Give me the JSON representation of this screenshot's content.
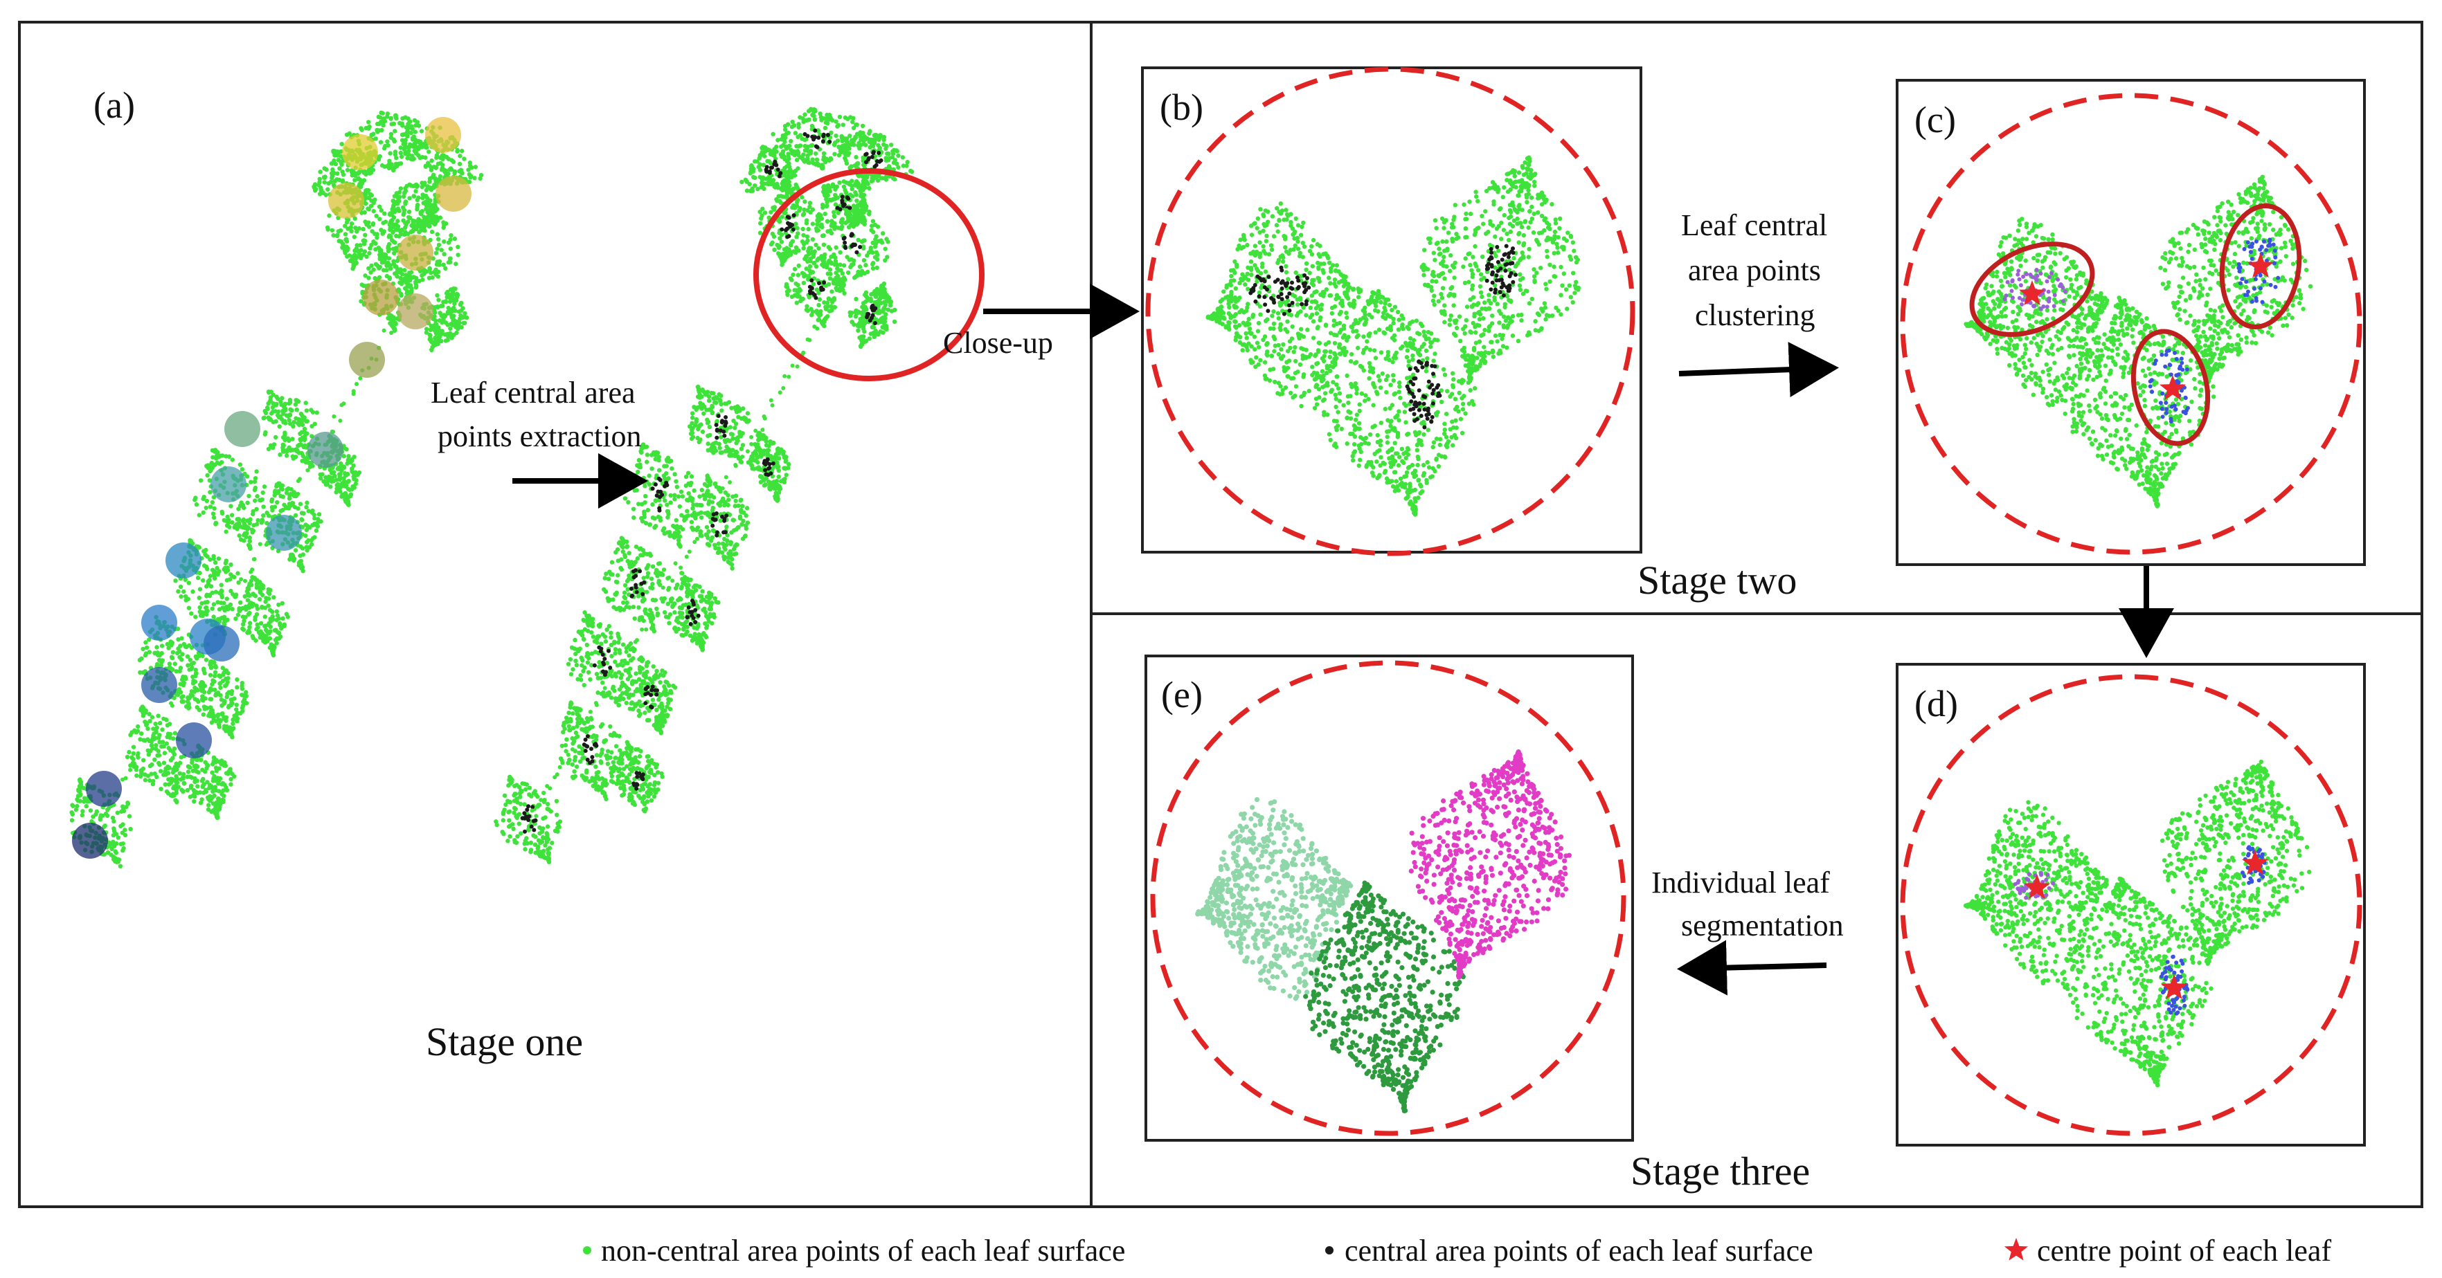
{
  "panels": {
    "a": "(a)",
    "b": "(b)",
    "c": "(c)",
    "d": "(d)",
    "e": "(e)"
  },
  "arrows": {
    "extraction_line1": "Leaf central area",
    "extraction_line2": "points extraction",
    "closeup": "Close-up",
    "clustering_line1": "Leaf central",
    "clustering_line2": "area points",
    "clustering_line3": "clustering",
    "segmentation_line1": "Individual leaf",
    "segmentation_line2": "segmentation"
  },
  "stages": {
    "one": "Stage one",
    "two": "Stage two",
    "three": "Stage three"
  },
  "legend": {
    "noncentral": "non-central area points of each leaf surface",
    "central": "central area points of each leaf surface",
    "centre": "centre point of each leaf"
  },
  "colors": {
    "leaf_green": "#3fe23a",
    "central_black": "#1a1a1a",
    "star_red": "#e8262b",
    "circle_red": "#e02424",
    "cluster_blue": "#3b52e0",
    "cluster_purple": "#9b5fd8",
    "seg_light": "#8fd6a8",
    "seg_dark": "#2e9a3e",
    "seg_magenta": "#e23cc7"
  }
}
